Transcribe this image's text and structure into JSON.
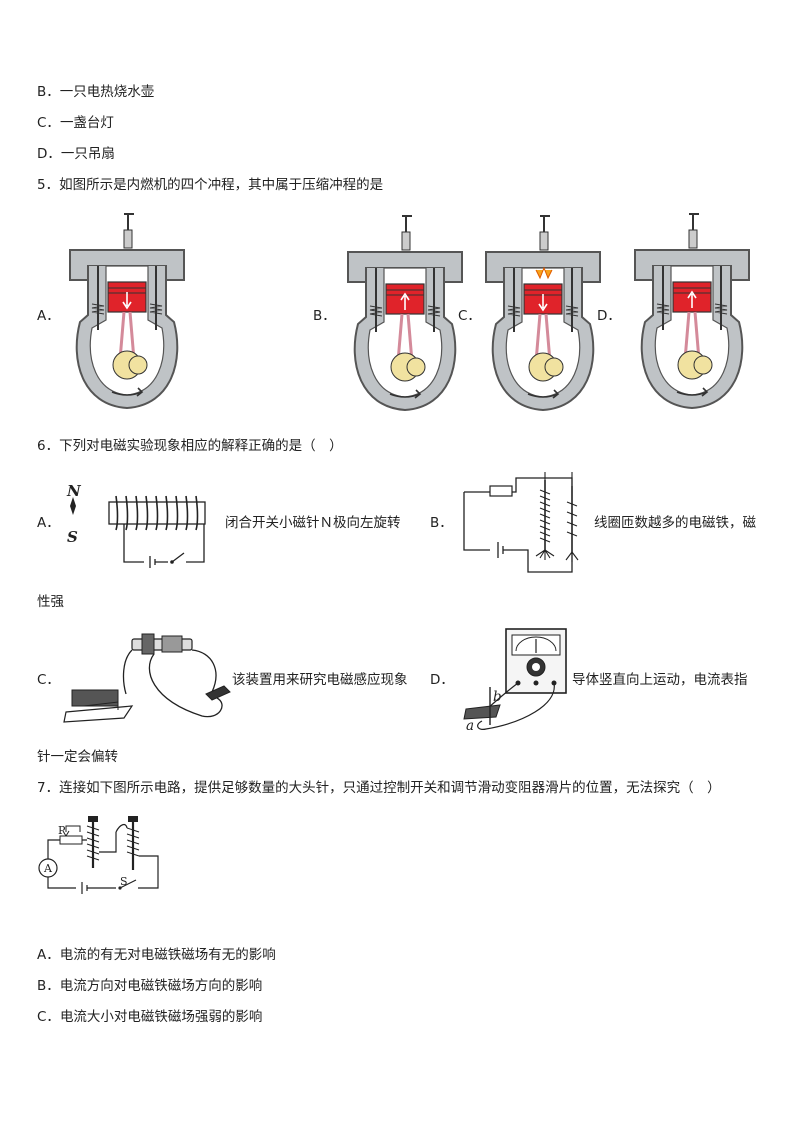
{
  "q4": {
    "options": [
      {
        "letter": "B．",
        "text": "一只电热烧水壶"
      },
      {
        "letter": "C．",
        "text": "一盏台灯"
      },
      {
        "letter": "D．",
        "text": "一只吊扇"
      }
    ]
  },
  "q5": {
    "stem": "5．如图所示是内燃机的四个冲程，其中属于压缩冲程的是",
    "options": [
      "A．",
      "B．",
      "C．",
      "D．"
    ]
  },
  "q6": {
    "stem": "6．下列对电磁实验现象相应的解释正确的是（　）",
    "a": {
      "letter": "A．",
      "text": "闭合开关小磁针Ｎ极向左旋转",
      "compass_n": "N",
      "compass_s": "S"
    },
    "b": {
      "letter": "B．",
      "text": "线圈匝数越多的电磁铁，磁",
      "cont": "性强"
    },
    "c": {
      "letter": "C．",
      "text": "该装置用来研究电磁感应现象"
    },
    "d": {
      "letter": "D．",
      "text": "导体竖直向上运动，电流表指",
      "cont": "针一定会偏转",
      "label_a": "a",
      "label_b": "b"
    }
  },
  "q7": {
    "stem": "7．连接如下图所示电路，提供足够数量的大头针，只通过控制开关和调节滑动变阻器滑片的位置，无法探究（　）",
    "circuit": {
      "p": "P",
      "a": "A",
      "s": "S"
    },
    "options": [
      {
        "letter": "A．",
        "text": "电流的有无对电磁铁磁场有无的影响"
      },
      {
        "letter": "B．",
        "text": "电流方向对电磁铁磁场方向的影响"
      },
      {
        "letter": "C．",
        "text": "电流大小对电磁铁磁场强弱的影响"
      }
    ]
  },
  "colors": {
    "piston": "#e0232a",
    "wall": "#555555",
    "metal": "#bfc3c6",
    "crank": "#f1e2a0"
  }
}
